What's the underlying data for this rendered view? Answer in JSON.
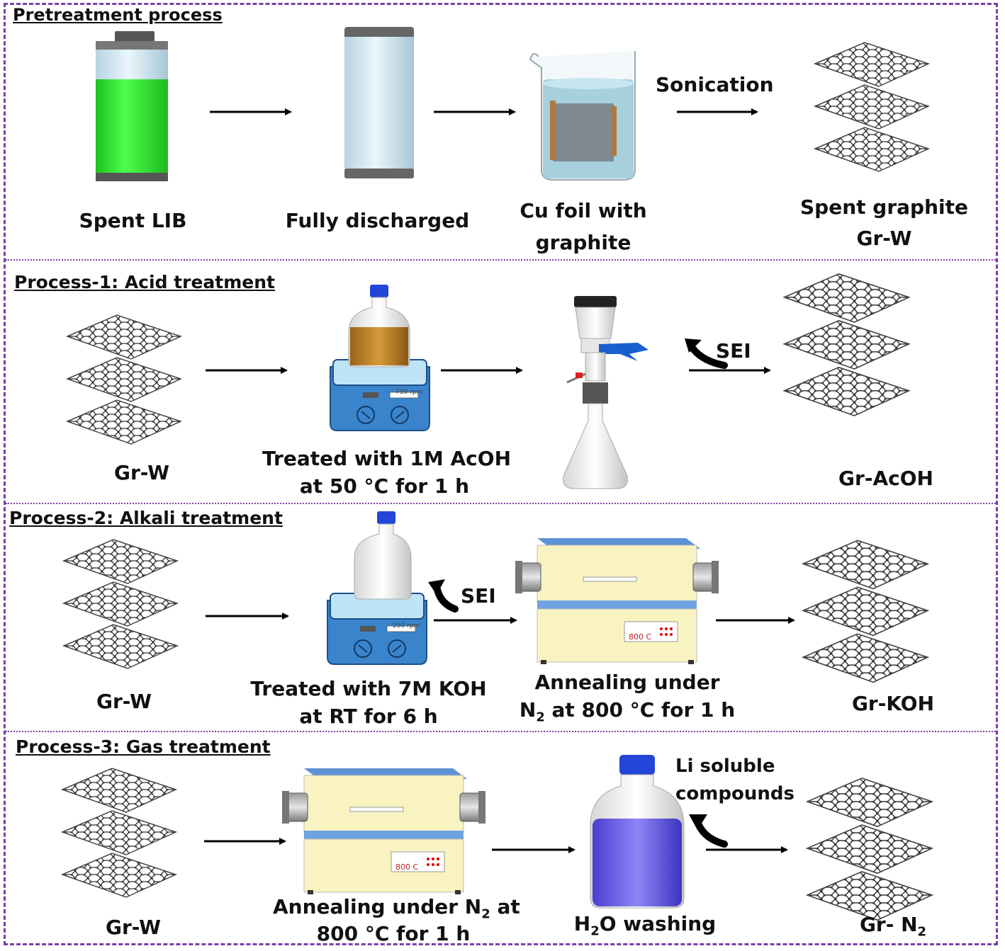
{
  "sections": {
    "pretreatment": {
      "title": "Pretreatment process",
      "labels": {
        "spent_lib": "Spent LIB",
        "fully_discharged": "Fully discharged",
        "cu_foil_1": "Cu foil with",
        "cu_foil_2": "graphite",
        "sonication": "Sonication",
        "spent_graphite": "Spent graphite",
        "gr_w": "Gr-W"
      }
    },
    "process1": {
      "title": "Process-1: Acid treatment",
      "labels": {
        "gr_w": "Gr-W",
        "treat_1": "Treated with 1M AcOH",
        "treat_2": "at 50 °C for 1 h",
        "sei": "SEI",
        "product": "Gr-AcOH",
        "stirrer_display": "750 rpm"
      }
    },
    "process2": {
      "title": "Process-2: Alkali treatment",
      "labels": {
        "gr_w": "Gr-W",
        "treat_1": "Treated with 7M KOH",
        "treat_2": "at RT for 6 h",
        "sei": "SEI",
        "anneal_1": "Annealing under",
        "anneal_2_n": "N",
        "anneal_2_sub": "2",
        "anneal_2_rest": " at 800 °C for 1 h",
        "product": "Gr-KOH",
        "furnace_display": "800 C",
        "stirrer_display": "250 rpm"
      }
    },
    "process3": {
      "title": "Process-3: Gas treatment",
      "labels": {
        "gr_w": "Gr-W",
        "anneal_1_pre": "Annealing under N",
        "anneal_1_sub": "2",
        "anneal_1_post": " at",
        "anneal_2": "800 °C for 1 h",
        "wash_pre": "H",
        "wash_sub": "2",
        "wash_post": "O washing",
        "li_1": "Li soluble",
        "li_2": "compounds",
        "product_pre": "Gr- N",
        "product_sub": "2",
        "furnace_display": "800 C"
      }
    }
  },
  "colors": {
    "border": "#7a3fa8",
    "battery_green": "#2ee52e",
    "cap_blue": "#1f3fd0",
    "furnace_yellow": "#f8f3c0",
    "furnace_top": "#6fa2e0",
    "stirrer_blue": "#3f86d0"
  }
}
